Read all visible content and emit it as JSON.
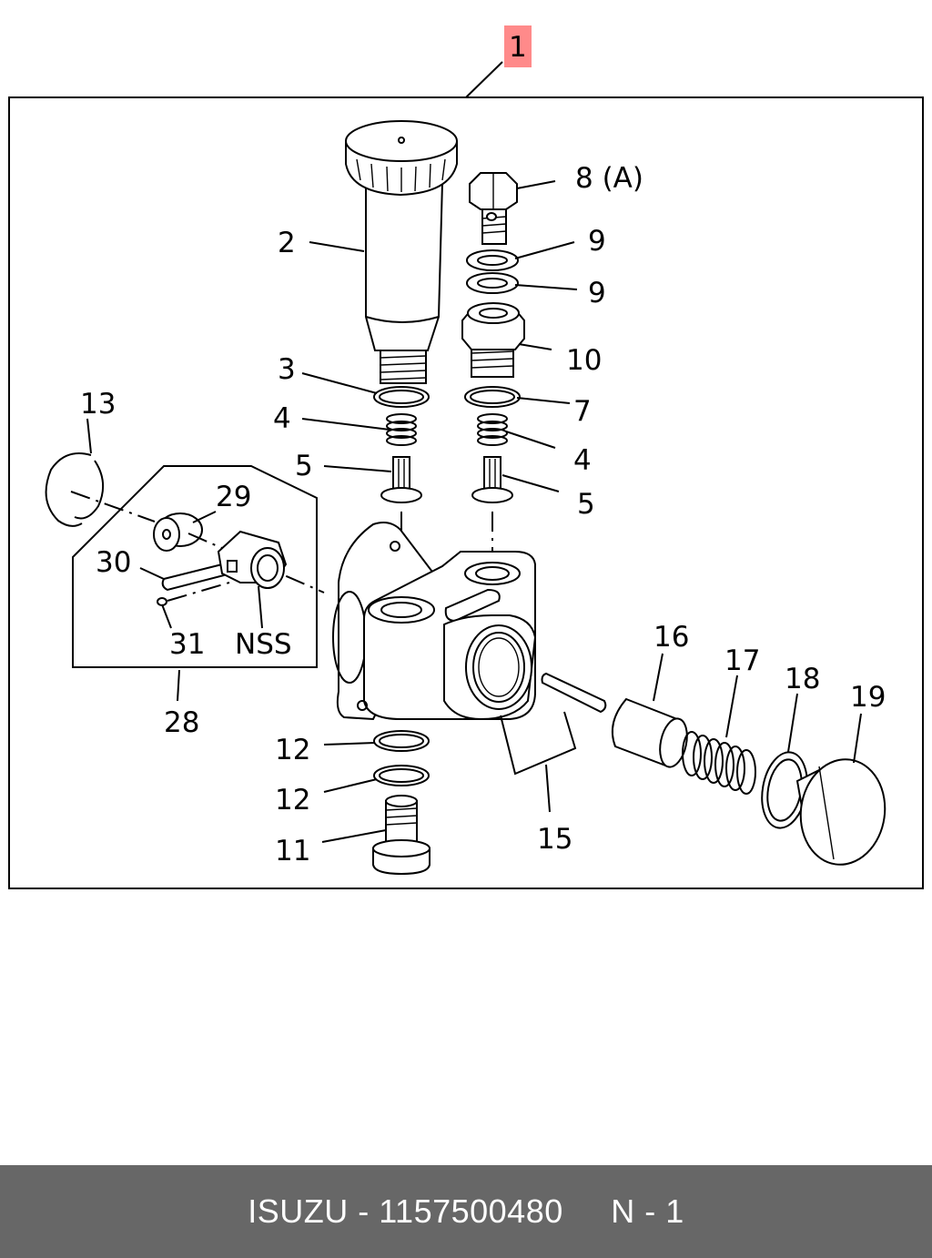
{
  "diagram": {
    "main_callout": "1",
    "main_callout_color": "#ff8a8a",
    "labels": {
      "p2": "2",
      "p3": "3",
      "p4a": "4",
      "p4b": "4",
      "p5a": "5",
      "p5b": "5",
      "p7": "7",
      "p8": "8 (A)",
      "p9a": "9",
      "p9b": "9",
      "p10": "10",
      "p11": "11",
      "p12a": "12",
      "p12b": "12",
      "p13": "13",
      "p15": "15",
      "p16": "16",
      "p17": "17",
      "p18": "18",
      "p19": "19",
      "p28": "28",
      "p29": "29",
      "p30": "30",
      "p31": "31",
      "nss": "NSS"
    }
  },
  "footer": {
    "brand": "ISUZU",
    "separator": " - ",
    "part_number": "1157500480",
    "gap": "     ",
    "page_ref": "N - 1"
  },
  "colors": {
    "footer_bg": "#676767",
    "footer_text": "#ffffff"
  }
}
